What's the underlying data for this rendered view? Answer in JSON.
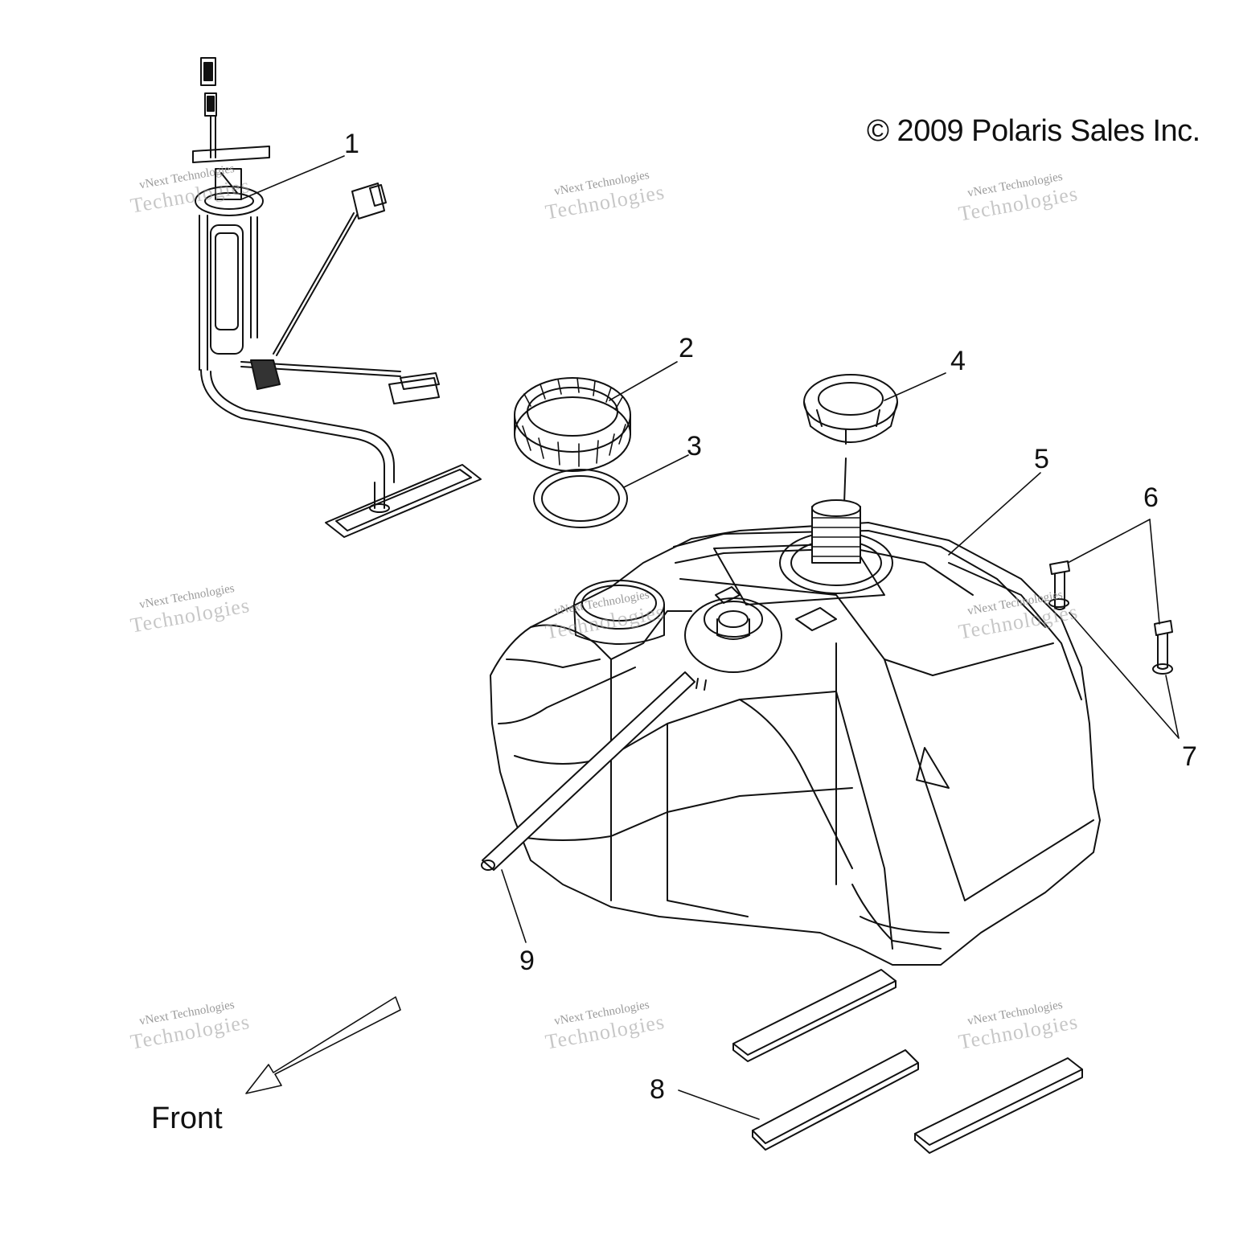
{
  "copyright": "© 2009 Polaris Sales Inc.",
  "front_label": "Front",
  "callouts": [
    "1",
    "2",
    "3",
    "4",
    "5",
    "6",
    "7",
    "8",
    "9"
  ],
  "watermark": {
    "line1": "vNext Technologies",
    "line2": "Technologies"
  }
}
